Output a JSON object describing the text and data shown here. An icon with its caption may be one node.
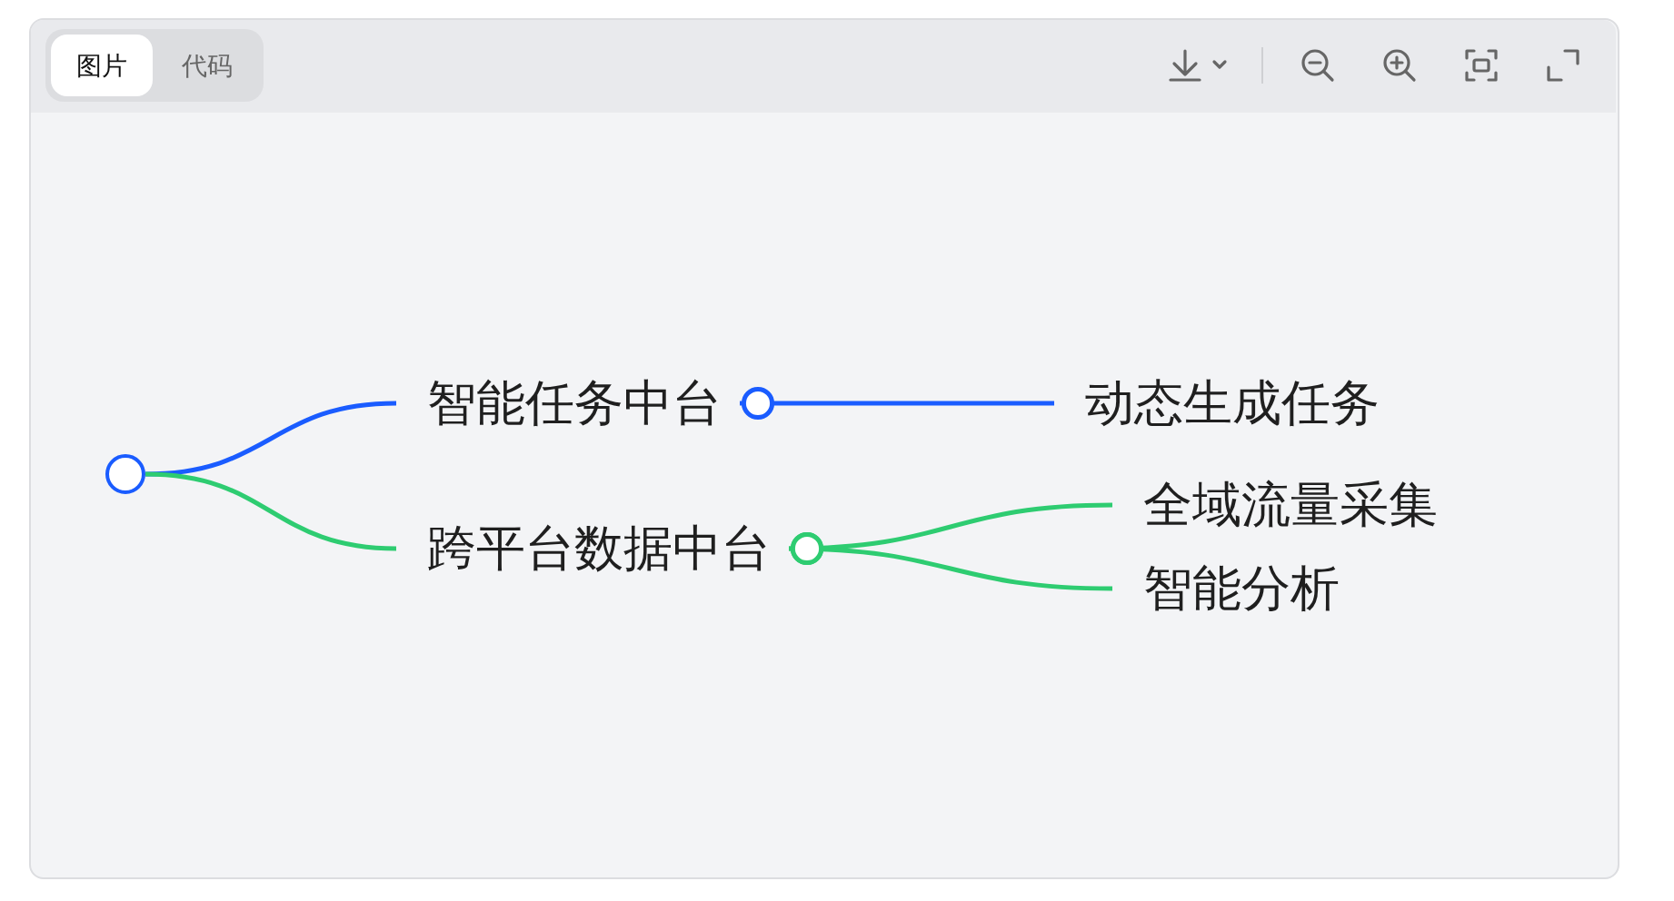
{
  "diagram": {
    "nodes": [
      {
        "text": [],
        "shape": "circle"
      },
      {
        "text": [
          "智能任务中台"
        ]
      },
      {
        "text": [
          "动态生成任务"
        ]
      },
      {
        "text": [
          "跨平台数据中台"
        ]
      },
      {
        "text": [
          "全域流量采集"
        ]
      },
      {
        "text": [
          "智能分析"
        ]
      }
    ],
    "edges": [
      {
        "from": 0,
        "to": 1,
        "arrow": "none",
        "color": "#1a5cff"
      },
      {
        "from": 1,
        "to": 2,
        "arrow": "other",
        "color": "#1a5cff"
      },
      {
        "from": 0,
        "to": 3,
        "arrow": "none",
        "color": "#2ecc71"
      },
      {
        "from": 3,
        "to": 4,
        "arrow": "other",
        "color": "#2ecc71"
      },
      {
        "from": 3,
        "to": 5,
        "arrow": "other",
        "color": "#2ecc71"
      }
    ],
    "labels": [
      "图片",
      "代码"
    ]
  }
}
